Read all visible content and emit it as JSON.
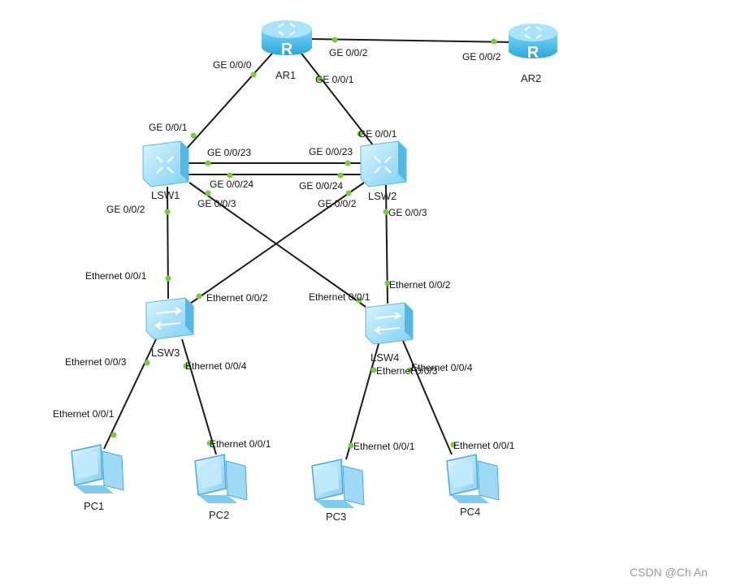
{
  "devices": {
    "ar1": "AR1",
    "ar2": "AR2",
    "lsw1": "LSW1",
    "lsw2": "LSW2",
    "lsw3": "LSW3",
    "lsw4": "LSW4",
    "pc1": "PC1",
    "pc2": "PC2",
    "pc3": "PC3",
    "pc4": "PC4"
  },
  "ports": {
    "ar1_g000": "GE 0/0/0",
    "ar1_g001": "GE 0/0/1",
    "ar1_g002": "GE 0/0/2",
    "ar2_g002": "GE 0/0/2",
    "lsw1_g001": "GE 0/0/1",
    "lsw1_g023": "GE 0/0/23",
    "lsw1_g024": "GE 0/0/24",
    "lsw1_g002": "GE 0/0/2",
    "lsw1_g003": "GE 0/0/3",
    "lsw2_g001": "GE 0/0/1",
    "lsw2_g023": "GE 0/0/23",
    "lsw2_g024": "GE 0/0/24",
    "lsw2_g002": "GE 0/0/2",
    "lsw2_g003": "GE 0/0/3",
    "lsw3_e001": "Ethernet 0/0/1",
    "lsw3_e002": "Ethernet 0/0/2",
    "lsw3_e003": "Ethernet 0/0/3",
    "lsw3_e004": "Ethernet 0/0/4",
    "lsw4_e001": "Ethernet 0/0/1",
    "lsw4_e002": "Ethernet 0/0/2",
    "lsw4_e003": "Ethernet 0/0/3",
    "lsw4_e004": "Ethernet 0/0/4",
    "pc1_e001": "Ethernet 0/0/1",
    "pc2_e001": "Ethernet 0/0/1",
    "pc3_e001": "Ethernet 0/0/1",
    "pc4_e001": "Ethernet 0/0/1"
  },
  "watermark": "CSDN @Ch An",
  "colors": {
    "router": "#3fb6ea",
    "device": "#8fd8f6",
    "port_dot": "#7ac943",
    "link": "#1a1a1a"
  }
}
